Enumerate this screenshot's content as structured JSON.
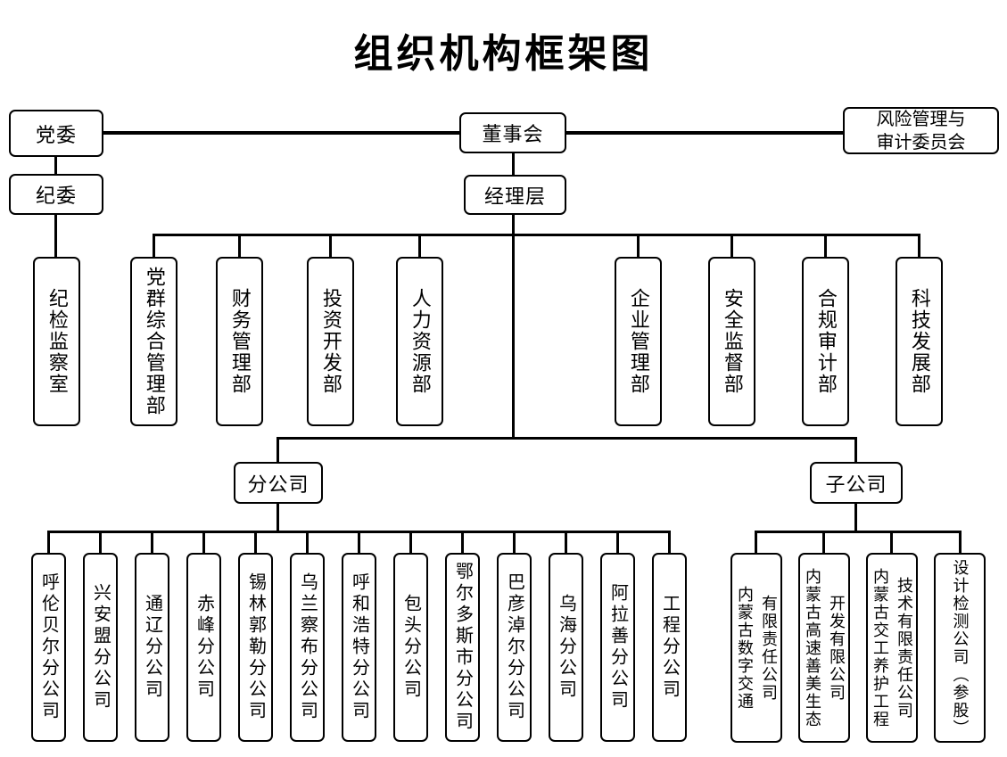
{
  "title": "组织机构框架图",
  "colors": {
    "background": "#ffffff",
    "line": "#000000",
    "box_border": "#000000",
    "text": "#000000"
  },
  "top": {
    "party_committee": "党委",
    "discipline_committee": "纪委",
    "board": "董事会",
    "management": "经理层",
    "risk_audit_committee": "风险管理与\n审计委员会",
    "discipline_inspection_office": "纪检监察室"
  },
  "departments": [
    "党群综合管理部",
    "财务管理部",
    "投资开发部",
    "人力资源部",
    "企业管理部",
    "安全监督部",
    "合规审计部",
    "科技发展部"
  ],
  "groups": {
    "branch_group": "分公司",
    "subsidiary_group": "子公司"
  },
  "branches": [
    "呼伦贝尔分公司",
    "兴安盟分公司",
    "通辽分公司",
    "赤峰分公司",
    "锡林郭勒分公司",
    "乌兰察布分公司",
    "呼和浩特分公司",
    "包头分公司",
    "鄂尔多斯市分公司",
    "巴彦淖尔分公司",
    "乌海分公司",
    "阿拉善分公司",
    "工程分公司"
  ],
  "subsidiaries": [
    "内蒙古数字交通\n有限责任公司",
    "内蒙古高速善美生态\n开发有限公司",
    "内蒙古交工养护工程\n技术有限责任公司",
    "设计检测公司（参股）"
  ]
}
